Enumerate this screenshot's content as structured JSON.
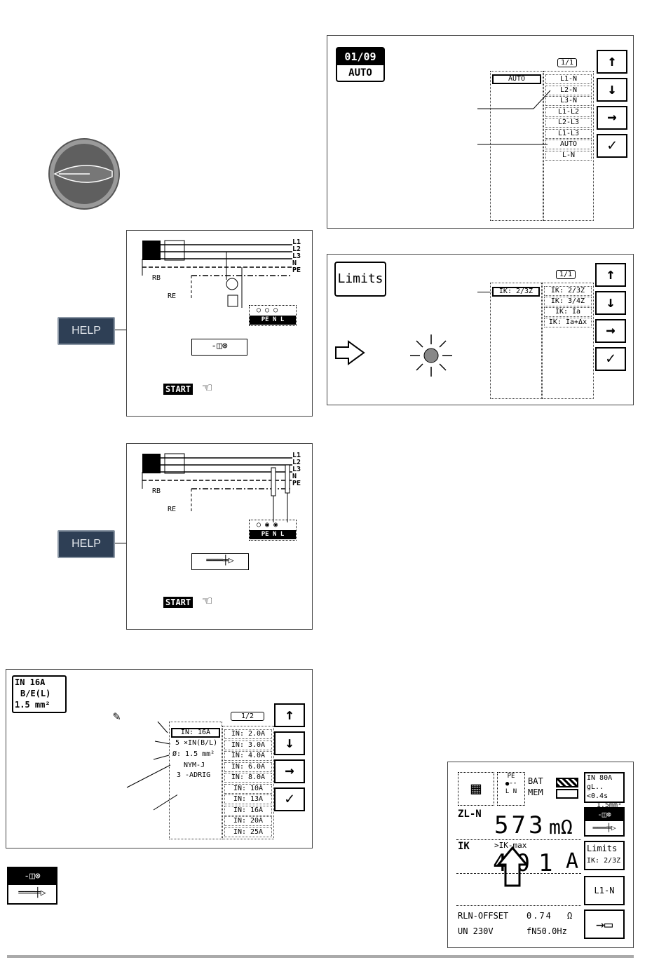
{
  "knob": {
    "icon": "rotary-knob-icon"
  },
  "screen_auto": {
    "badge_line1": "01/09",
    "badge_line2": "AUTO",
    "selected": "AUTO",
    "page": "1/1",
    "options": [
      "L1-N",
      "L2-N",
      "L3-N",
      "L1-L2",
      "L2-L3",
      "L1-L3",
      "AUTO",
      "L-N"
    ]
  },
  "screen_limits": {
    "title": "Limits",
    "selected": "IK: 2/3Z",
    "page": "1/1",
    "options": [
      "IK: 2/3Z",
      "IK: 3/4Z",
      "IK: Ia",
      "IK: Ia+Δx"
    ]
  },
  "diagram1": {
    "lines": [
      "L1",
      "L2",
      "L3",
      "N",
      "PE"
    ],
    "rb": "RB",
    "re": "RE",
    "socket_labels": "PE N L",
    "adapter_icon": "plug-adapter-icon",
    "start": "START",
    "hand_icon": "pointing-hand-icon"
  },
  "diagram2": {
    "lines": [
      "L1",
      "L2",
      "L3",
      "N",
      "PE"
    ],
    "rb": "RB",
    "re": "RE",
    "socket_labels": "PE N L",
    "adapter_icon": "probe-leads-icon",
    "start": "START",
    "hand_icon": "pointing-hand-icon"
  },
  "help1": {
    "label": "HELP"
  },
  "help2": {
    "label": "HELP"
  },
  "screen_fuse": {
    "badge_line1": "IN 16A",
    "badge_line2": "B/E(L)",
    "badge_line3": "1.5 mm²",
    "edit_icon": "edit-icon",
    "page": "1/2",
    "left_items": [
      "IN: 16A",
      "5 ×IN(B/L)",
      "Ø: 1.5 mm²",
      "NYM-J",
      "3 -ADRIG"
    ],
    "options": [
      "IN: 2.0A",
      "IN: 3.0A",
      "IN: 4.0A",
      "IN: 6.0A",
      "IN: 8.0A",
      "IN: 10A",
      "IN: 13A",
      "IN: 16A",
      "IN: 20A",
      "IN: 25A"
    ]
  },
  "mode_icon": {
    "icon": "plug-and-probe-mode-icon"
  },
  "result": {
    "bat_label": "BAT",
    "mem_label": "MEM",
    "fuse_line1": "IN 80A",
    "fuse_line2": "gL..<0.4s",
    "fuse_line3": "1.5mm²",
    "zln_label": "ZL-N",
    "zln_value": "573",
    "zln_unit": "mΩ",
    "ik_label": "IK",
    "ik_note": ">IK-max",
    "ik_value": "401",
    "ik_unit": "A",
    "limits_label": "Limits",
    "limits_value": "IK: 2/3Z",
    "l1n": "L1-N",
    "rln_label": "RLN-OFFSET",
    "rln_value": "0.74",
    "rln_unit": "Ω",
    "un_label": "UN 230V",
    "fn_label": "fN50.0Hz",
    "save_icon": "save-to-memory-icon"
  },
  "colors": {
    "help_bg": "#2e3f55",
    "knob": "#6b6b6b",
    "led": "#888888"
  }
}
